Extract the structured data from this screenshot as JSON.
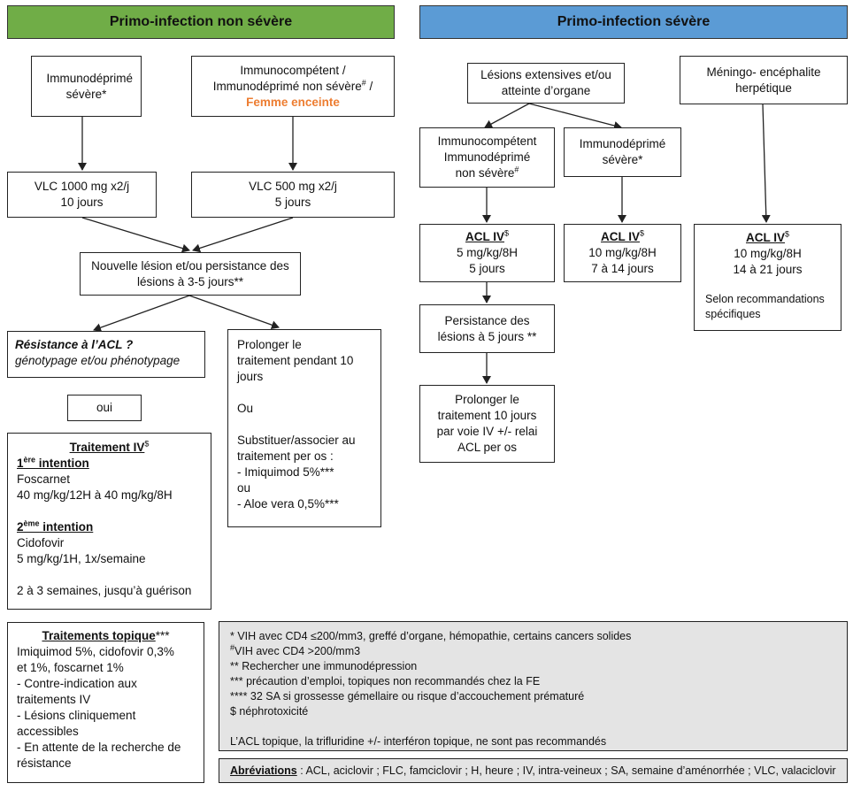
{
  "headers": {
    "non_severe": "Primo-infection non sévère",
    "severe": "Primo-infection sévère"
  },
  "left": {
    "immuno_severe": "Immunodéprimé sévère*",
    "immunocompetent_line1": "Immunocompétent /",
    "immunocompetent_line2": "Immunodéprimé non sévère",
    "immunocompetent_sup": "#",
    "immunocompetent_line2_end": " /",
    "femme_enceinte": "Femme enceinte",
    "vlc_1000_line1": "VLC 1000 mg x2/j",
    "vlc_1000_line2": "10 jours",
    "vlc_500_line1": "VLC 500 mg x2/j",
    "vlc_500_line2": "5 jours",
    "nouvelle_lesion": "Nouvelle lésion et/ou persistance des lésions à 3-5 jours**",
    "resistance_title": "Résistance à l’ACL ?",
    "resistance_sub": "génotypage et/ou phénotypage",
    "oui": "oui",
    "prolonger": [
      "Prolonger le",
      "traitement pendant 10",
      "jours",
      "",
      "Ou",
      "",
      "Substituer/associer au",
      "traitement per os :",
      "- Imiquimod 5%***",
      "ou",
      "- Aloe vera 0,5%***"
    ],
    "traitement_iv": {
      "title": "Traitement IV",
      "title_sup": "$",
      "first_num": "1",
      "first_sup": "ère",
      "first_label": " intention",
      "foscarnet": "Foscarnet",
      "foscarnet_dose": "40 mg/kg/12H à 40 mg/kg/8H",
      "second_num": "2",
      "second_sup": "ème",
      "second_label": " intention",
      "cidofovir": "Cidofovir",
      "cidofovir_dose": "5 mg/kg/1H, 1x/semaine",
      "duration": "2 à 3 semaines, jusqu’à guérison"
    },
    "topique": {
      "title": "Traitements topique",
      "title_stars": "***",
      "lines": [
        "Imiquimod 5%, cidofovir 0,3%",
        "et 1%, foscarnet 1%",
        "- Contre-indication aux",
        "traitements IV",
        "- Lésions cliniquement",
        "accessibles",
        "- En attente de la recherche de",
        "résistance"
      ]
    }
  },
  "right": {
    "lesions_extensives": "Lésions extensives et/ou atteinte d’organe",
    "meningo": "Méningo- encéphalite herpétique",
    "immunocomp_line1": "Immunocompétent",
    "immunocomp_line2": "Immunodéprimé",
    "immunocomp_line3": "non sévère",
    "immunocomp_sup": "#",
    "immunodep_severe": "Immunodéprimé sévère*",
    "acl1": {
      "title": "ACL IV",
      "sup": "$",
      "dose": "5 mg/kg/8H",
      "duration": "5 jours"
    },
    "acl2": {
      "title": "ACL IV",
      "sup": "$",
      "dose": "10 mg/kg/8H",
      "duration": "7 à 14 jours"
    },
    "acl3": {
      "title": "ACL IV",
      "sup": "$",
      "dose": "10 mg/kg/8H",
      "duration": "14 à 21 jours",
      "note_line1": "Selon recommandations",
      "note_line2": "spécifiques"
    },
    "persistance": "Persistance des lésions à 5 jours **",
    "prolonger": "Prolonger le traitement 10 jours par voie IV +/- relai ACL per os"
  },
  "footnotes": {
    "f1": "* VIH avec CD4 ≤200/mm3, greffé d’organe, hémopathie, certains cancers solides",
    "f2_sup": "#",
    "f2": "VIH avec CD4 >200/mm3",
    "f3": "** Rechercher une immunodépression",
    "f4": "*** précaution d’emploi, topiques non recommandés chez la FE",
    "f5": "**** 32 SA si grossesse gémellaire ou risque d’accouchement prématuré",
    "f6": "$ néphrotoxicité",
    "f7": "L’ACL topique, la trifluridine +/- interféron topique, ne sont pas recommandés"
  },
  "abbreviations": {
    "label": "Abréviations",
    "text": " : ACL, aciclovir ; FLC, famciclovir ; H, heure ; IV, intra-veineux ; SA, semaine d’aménorrhée ; VLC, valaciclovir"
  },
  "colors": {
    "green_header": "#70ad47",
    "blue_header": "#5b9bd5",
    "orange_text": "#ed7d31",
    "gray_box": "#e4e4e4"
  }
}
